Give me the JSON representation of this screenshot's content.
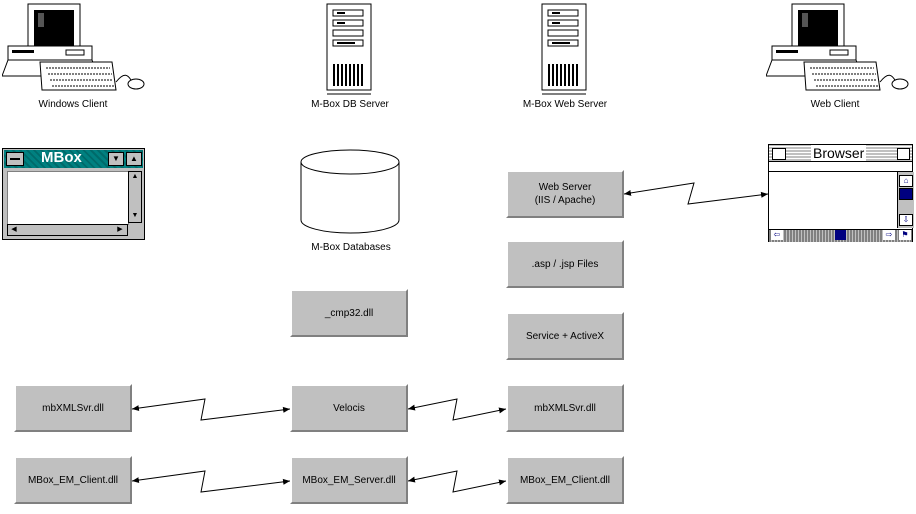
{
  "nodes": {
    "windows_client": "Windows Client",
    "db_server": "M-Box DB Server",
    "web_server": "M-Box Web Server",
    "web_client": "Web Client",
    "databases": "M-Box Databases"
  },
  "windows": {
    "mbox_title": "MBox",
    "browser_title": "Browser"
  },
  "boxes": {
    "web_server_line1": "Web Server",
    "web_server_line2": "(IIS / Apache)",
    "asp_files": ".asp / .jsp Files",
    "service_activex": "Service + ActiveX",
    "cmp32": "_cmp32.dll",
    "mbxml_left": "mbXMLSvr.dll",
    "velocis": "Velocis",
    "mbxml_right": "mbXMLSvr.dll",
    "em_client_left": "MBox_EM_Client.dll",
    "em_server": "MBox_EM_Server.dll",
    "em_client_right": "MBox_EM_Client.dll"
  },
  "colors": {
    "box_face": "#c0c0c0",
    "title_bar": "#008080",
    "browser_title_bar": "#c0c0c0"
  },
  "icons": [
    "desktop-computer-icon",
    "server-tower-icon",
    "database-cylinder-icon"
  ]
}
